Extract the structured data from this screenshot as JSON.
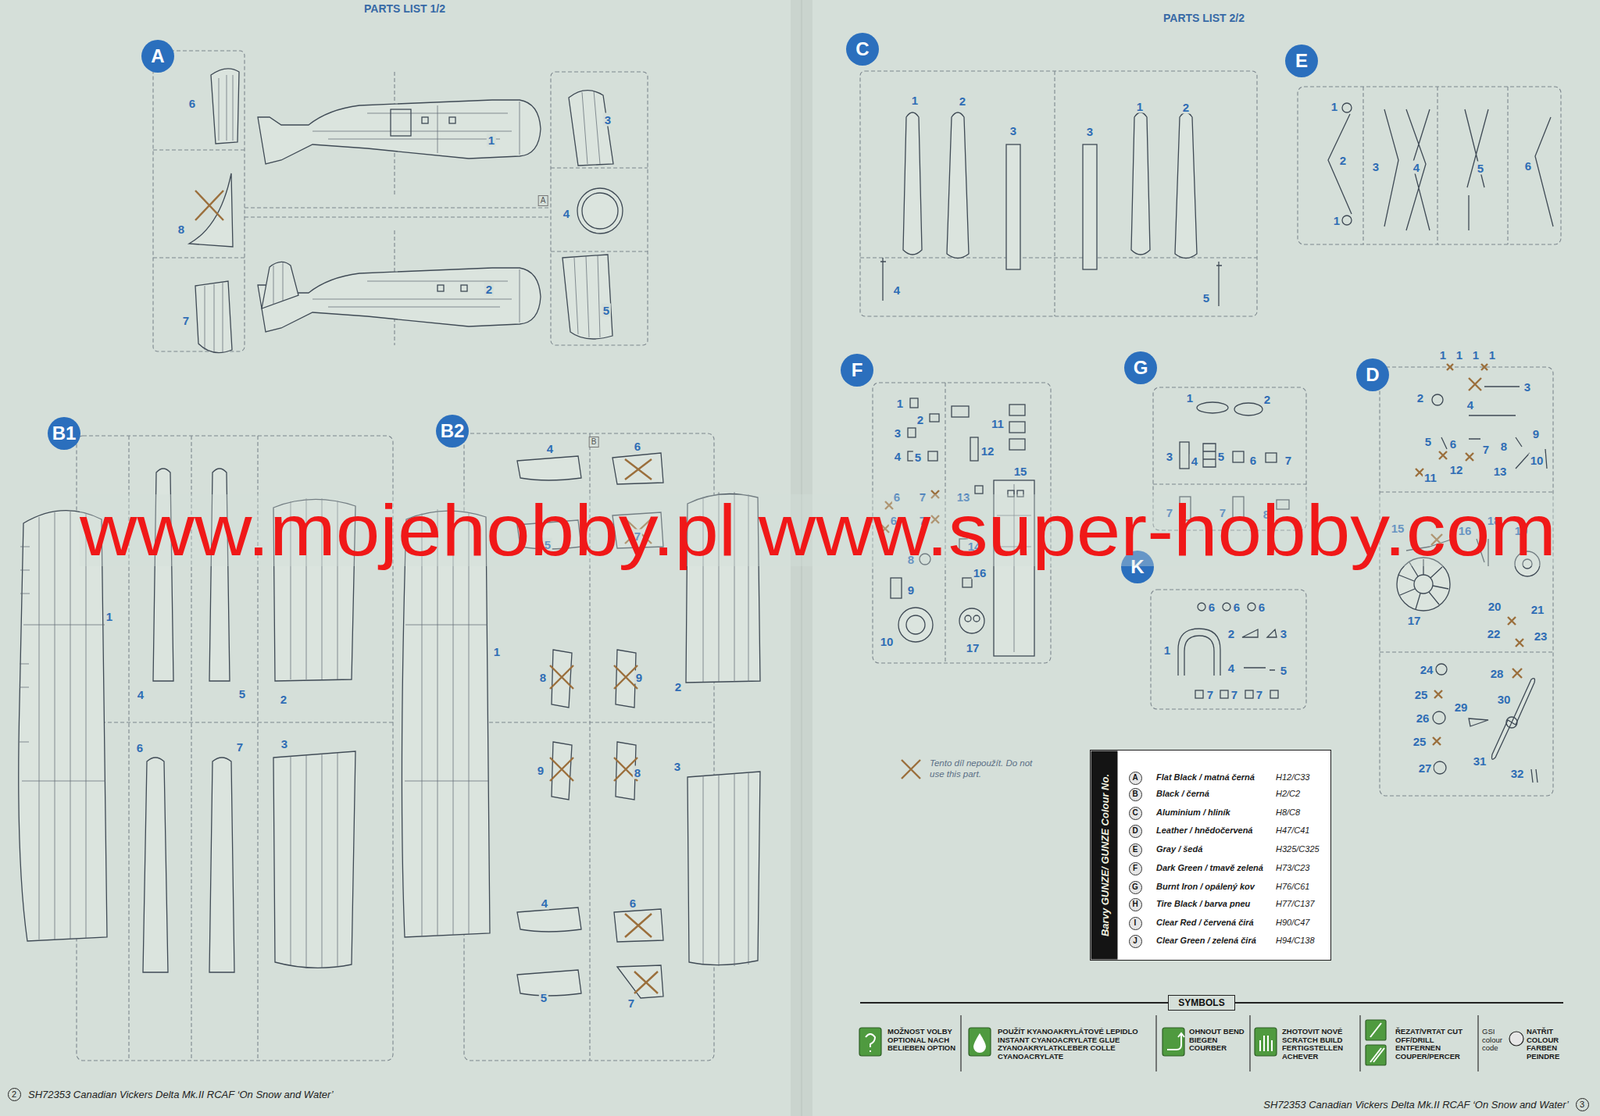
{
  "diagram": {
    "nodes": [
      {
        "text": [
          "A"
        ]
      },
      {
        "text": [
          "B1"
        ]
      },
      {
        "text": [
          "B2"
        ]
      },
      {
        "text": [
          "2"
        ]
      },
      {
        "text": [
          "C"
        ]
      },
      {
        "text": [
          "E"
        ]
      },
      {
        "text": [
          "F"
        ]
      },
      {
        "text": [
          "G"
        ]
      },
      {
        "text": [
          "D"
        ]
      },
      {
        "text": [
          "K"
        ]
      },
      {
        "text": [
          "Barvy GUNZE/ GUNZE Colour No."
        ]
      },
      {
        "text": [
          "A"
        ],
        "in": 10
      },
      {
        "text": [
          "B"
        ],
        "in": 10
      },
      {
        "text": [
          "C"
        ],
        "in": 10
      },
      {
        "text": [
          "D"
        ],
        "in": 10
      },
      {
        "text": [
          "E"
        ],
        "in": 10
      },
      {
        "text": [
          "F"
        ],
        "in": 10
      },
      {
        "text": [
          "G"
        ],
        "in": 10
      },
      {
        "text": [
          "H"
        ],
        "in": 10
      },
      {
        "text": [
          "I"
        ],
        "in": 10
      },
      {
        "text": [
          "J"
        ],
        "in": 10
      },
      {
        "text": [
          "SYMBOLS"
        ]
      },
      {
        "text": [
          "3"
        ]
      }
    ],
    "labels": [
      "PARTS LIST 1/2",
      "PARTS LIST 2/2",
      "6",
      "8",
      "7",
      "1",
      "2",
      "3",
      "4",
      "5",
      "A",
      "1",
      "4",
      "5",
      "2",
      "6",
      "7",
      "3",
      "4",
      "B",
      "6",
      "5",
      "7",
      "1",
      "8",
      "9",
      "2",
      "9",
      "8",
      "3",
      "4",
      "6",
      "5",
      "7",
      "1",
      "2",
      "3",
      "3",
      "1",
      "2",
      "4",
      "5",
      "1",
      "2",
      "3",
      "4",
      "5",
      "6",
      "1",
      "1",
      "2",
      "3",
      "4",
      "5",
      "11",
      "12",
      "13",
      "15",
      "6",
      "7",
      "6",
      "7",
      "8",
      "9",
      "14",
      "16",
      "10",
      "17",
      "1",
      "2",
      "3",
      "4",
      "5",
      "6",
      "7",
      "7",
      "7",
      "8",
      "6",
      "6",
      "6",
      "2",
      "3",
      "1",
      "4",
      "5",
      "7",
      "7",
      "7",
      "1",
      "1",
      "1",
      "1",
      "2",
      "3",
      "4",
      "5",
      "6",
      "7",
      "8",
      "9",
      "10",
      "11",
      "12",
      "13",
      "15",
      "16",
      "18",
      "17",
      "19",
      "20",
      "21",
      "22",
      "23",
      "24",
      "28",
      "25",
      "29",
      "30",
      "26",
      "25",
      "27",
      "31",
      "32",
      "www.mojehobby.pl www.super-hobby.com",
      "Flat Black / matná černá",
      "H12/C33",
      "Black / černá",
      "H2/C2",
      "Aluminium / hliník",
      "H8/C8",
      "Leather / hnědočervená",
      "H47/C41",
      "Gray / šedá",
      "H325/C325",
      "Dark Green / tmavě zelená",
      "H73/C23",
      "Burnt Iron / opálený kov",
      "H76/C61",
      "Tire Black / barva pneu",
      "H77/C137",
      "Clear Red / červená čirá",
      "H90/C47",
      "Clear Green / zelená čirá",
      "H94/C138",
      "MOŽNOST VOLBY OPTIONAL NACH BELIEBEN OPTION",
      "POUŽÍT KYANOAKRYLÁTOVÉ LEPIDLO INSTANT CYANOACRYLATE GLUE ZYANOAKRYLATKLEBER COLLE CYANOACRYLATE",
      "OHNOUT BEND BIEGEN COURBER",
      "ZHOTOVIT NOVÉ SCRATCH BUILD FERTIGSTELLEN ACHEVER",
      "ŘEZAT/VRTAT CUT OFF/DRILL ENTFERNEN COUPER/PERCER",
      "GSI colour code",
      "NATŘIT COLOUR FARBEN PEINDRE",
      "SH72353  Canadian Vickers Delta Mk.II RCAF ‘On Snow and Water’",
      "SH72353  Canadian Vickers Delta Mk.II RCAF ‘On Snow and Water’"
    ],
    "legend": [
      {
        "text": "Tento díl nepoužít. Do not use this part."
      }
    ]
  }
}
